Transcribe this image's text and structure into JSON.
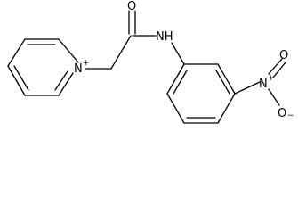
{
  "structure": {
    "name": "",
    "labels": {
      "pyridinium_n": "N",
      "pyridinium_charge": "+",
      "carbonyl_o": "O",
      "amide_nh": "NH",
      "nitro_n": "N",
      "nitro_n_charge": "+",
      "nitro_o_top": "O",
      "nitro_o_bottom": "O",
      "nitro_o_charge": "−"
    },
    "colors": {
      "bond": "#000000",
      "text": "#000000",
      "background": "#ffffff"
    }
  }
}
